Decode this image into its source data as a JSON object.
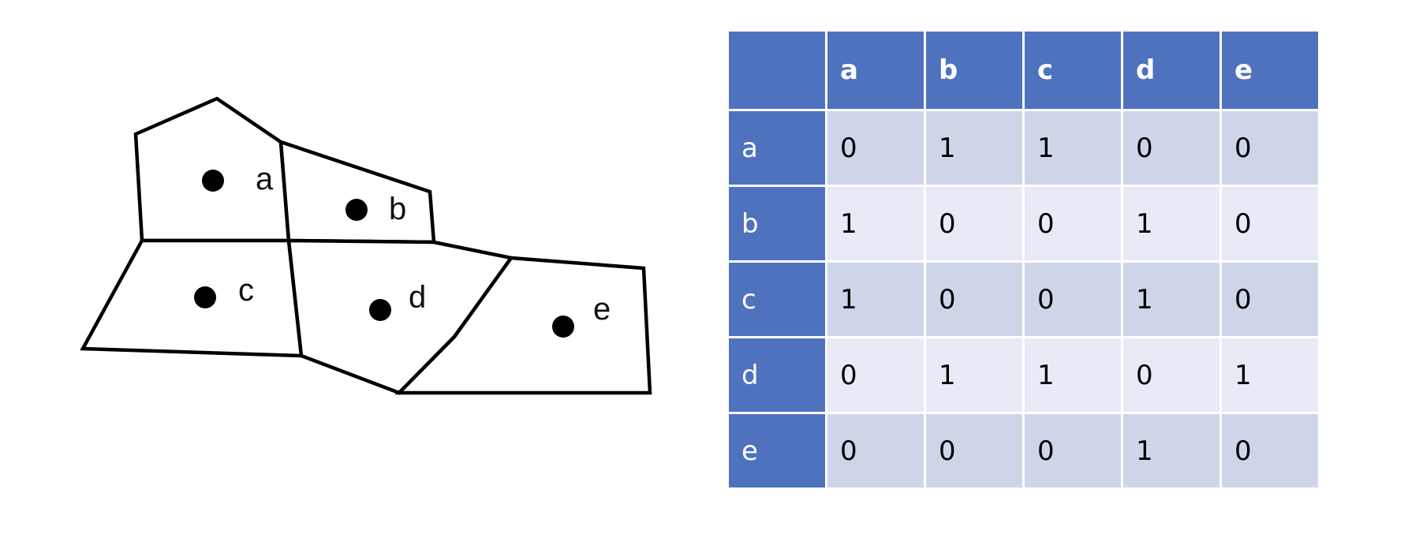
{
  "colors": {
    "header_bg": "#4e72be",
    "header_text": "#ffffff",
    "band_dark": "#cfd5e9",
    "band_light": "#e8ebf5",
    "region_stroke": "#000000"
  },
  "diagram": {
    "regions": [
      {
        "id": "a",
        "label": "a"
      },
      {
        "id": "b",
        "label": "b"
      },
      {
        "id": "c",
        "label": "c"
      },
      {
        "id": "d",
        "label": "d"
      },
      {
        "id": "e",
        "label": "e"
      }
    ]
  },
  "matrix": {
    "corner": "",
    "columns": [
      "a",
      "b",
      "c",
      "d",
      "e"
    ],
    "rows": [
      {
        "label": "a",
        "values": [
          "0",
          "1",
          "1",
          "0",
          "0"
        ]
      },
      {
        "label": "b",
        "values": [
          "1",
          "0",
          "0",
          "1",
          "0"
        ]
      },
      {
        "label": "c",
        "values": [
          "1",
          "0",
          "0",
          "1",
          "0"
        ]
      },
      {
        "label": "d",
        "values": [
          "0",
          "1",
          "1",
          "0",
          "1"
        ]
      },
      {
        "label": "e",
        "values": [
          "0",
          "0",
          "0",
          "1",
          "0"
        ]
      }
    ]
  }
}
